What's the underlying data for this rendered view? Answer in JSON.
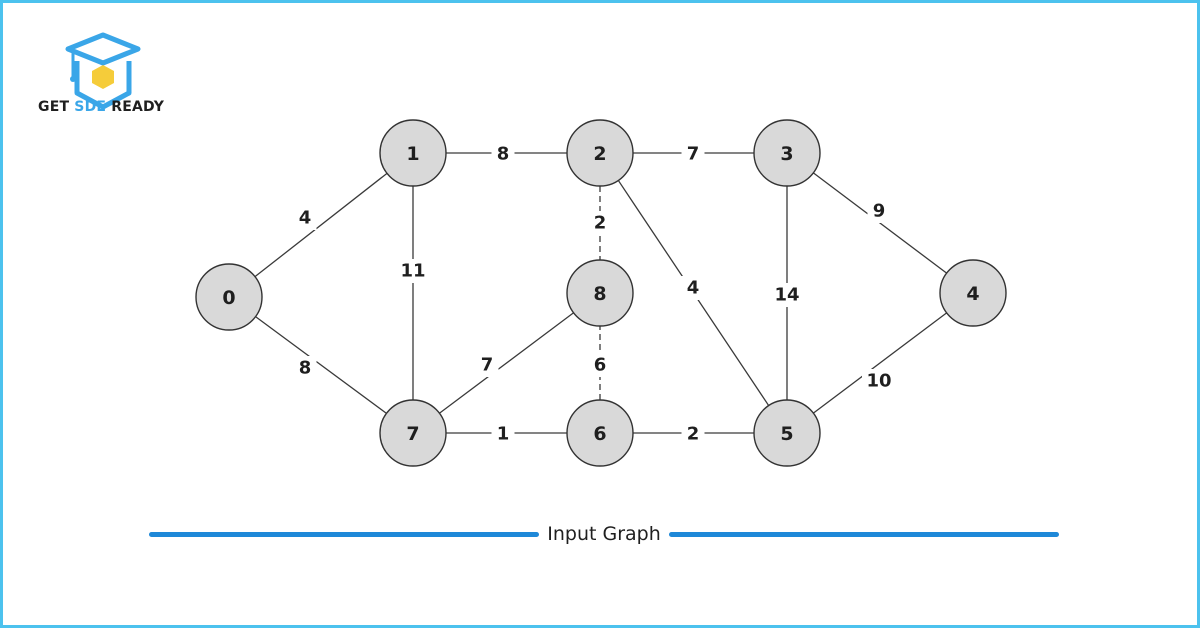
{
  "brand": {
    "logo_icon": "graduation-cap-cube-icon",
    "name_part1": "GET ",
    "name_part2": "SDE",
    "name_part3": " READY",
    "colors": {
      "primary": "#3aa6e8",
      "accent": "#f5cc3a",
      "frame": "#4cc2ee"
    }
  },
  "graph": {
    "nodes": [
      {
        "id": "0",
        "label": "0"
      },
      {
        "id": "1",
        "label": "1"
      },
      {
        "id": "2",
        "label": "2"
      },
      {
        "id": "3",
        "label": "3"
      },
      {
        "id": "4",
        "label": "4"
      },
      {
        "id": "5",
        "label": "5"
      },
      {
        "id": "6",
        "label": "6"
      },
      {
        "id": "7",
        "label": "7"
      },
      {
        "id": "8",
        "label": "8"
      }
    ],
    "edges": [
      {
        "from": "0",
        "to": "1",
        "weight": "4"
      },
      {
        "from": "0",
        "to": "7",
        "weight": "8"
      },
      {
        "from": "1",
        "to": "2",
        "weight": "8"
      },
      {
        "from": "1",
        "to": "7",
        "weight": "11"
      },
      {
        "from": "2",
        "to": "3",
        "weight": "7"
      },
      {
        "from": "2",
        "to": "8",
        "weight": "2",
        "style": "dashed"
      },
      {
        "from": "2",
        "to": "5",
        "weight": "4"
      },
      {
        "from": "3",
        "to": "4",
        "weight": "9"
      },
      {
        "from": "3",
        "to": "5",
        "weight": "14"
      },
      {
        "from": "4",
        "to": "5",
        "weight": "10"
      },
      {
        "from": "5",
        "to": "6",
        "weight": "2"
      },
      {
        "from": "6",
        "to": "7",
        "weight": "1"
      },
      {
        "from": "6",
        "to": "8",
        "weight": "6",
        "style": "dashed"
      },
      {
        "from": "7",
        "to": "8",
        "weight": "7"
      }
    ]
  },
  "caption": "Input Graph"
}
